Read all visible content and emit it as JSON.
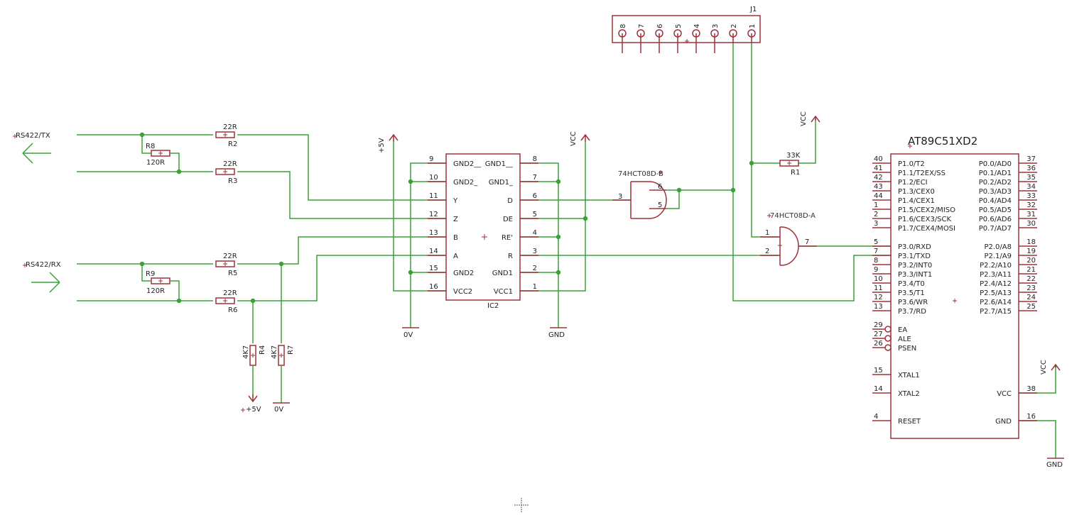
{
  "colors": {
    "wire": "#3aa136",
    "part": "#a0303a",
    "text": "#222222"
  },
  "connector": {
    "name": "J1",
    "pins": [
      "8",
      "7",
      "6",
      "5",
      "4",
      "3",
      "2",
      "1"
    ]
  },
  "ports": {
    "tx": "RS422/TX",
    "rx": "RS422/RX"
  },
  "resistors": {
    "r2": {
      "name": "R2",
      "value": "22R"
    },
    "r3": {
      "name": "R3",
      "value": "22R"
    },
    "r5": {
      "name": "R5",
      "value": "22R"
    },
    "r6": {
      "name": "R6",
      "value": "22R"
    },
    "r8": {
      "name": "R8",
      "value": "120R"
    },
    "r9": {
      "name": "R9",
      "value": "120R"
    },
    "r4": {
      "name": "R4",
      "value": "4K7"
    },
    "r7": {
      "name": "R7",
      "value": "4K7"
    },
    "r1": {
      "name": "R1",
      "value": "33K"
    }
  },
  "ic2": {
    "name": "IC2",
    "left_pins": [
      {
        "num": "9",
        "label": "GND2__"
      },
      {
        "num": "10",
        "label": "GND2_"
      },
      {
        "num": "11",
        "label": "Y"
      },
      {
        "num": "12",
        "label": "Z"
      },
      {
        "num": "13",
        "label": "B"
      },
      {
        "num": "14",
        "label": "A"
      },
      {
        "num": "15",
        "label": "GND2"
      },
      {
        "num": "16",
        "label": "VCC2"
      }
    ],
    "right_pins": [
      {
        "num": "8",
        "label": "GND1__"
      },
      {
        "num": "7",
        "label": "GND1_"
      },
      {
        "num": "6",
        "label": "D"
      },
      {
        "num": "5",
        "label": "DE"
      },
      {
        "num": "4",
        "label": "RE'"
      },
      {
        "num": "3",
        "label": "R"
      },
      {
        "num": "2",
        "label": "GND1"
      },
      {
        "num": "1",
        "label": "VCC1"
      }
    ]
  },
  "gate_b": {
    "name": "74HCT08D-B",
    "pins": [
      "3",
      "6",
      "5"
    ]
  },
  "gate_a": {
    "name": "74HCT08D-A",
    "pins": [
      "1",
      "2",
      "7"
    ]
  },
  "power": {
    "p5v_top": "+5V",
    "vcc_ic2": "VCC",
    "vcc_r1": "VCC",
    "vcc_mcu": "VCC",
    "zero_v_ic2": "0V",
    "gnd_ic2": "GND",
    "p5v_bottom": "+5V",
    "zero_v_bottom": "0V",
    "gnd_mcu": "GND"
  },
  "mcu": {
    "name": "AT89C51XD2",
    "left_pins": [
      {
        "num": "40",
        "label": "P1.0/T2"
      },
      {
        "num": "41",
        "label": "P1.1/T2EX/SS"
      },
      {
        "num": "42",
        "label": "P1.2/ECI"
      },
      {
        "num": "43",
        "label": "P1.3/CEX0"
      },
      {
        "num": "44",
        "label": "P1.4/CEX1"
      },
      {
        "num": "1",
        "label": "P1.5/CEX2/MISO"
      },
      {
        "num": "2",
        "label": "P1.6/CEX3/SCK"
      },
      {
        "num": "3",
        "label": "P1.7/CEX4/MOSI"
      },
      {
        "num": "5",
        "label": "P3.0/RXD"
      },
      {
        "num": "7",
        "label": "P3.1/TXD"
      },
      {
        "num": "8",
        "label": "P3.2/INT0"
      },
      {
        "num": "9",
        "label": "P3.3/INT1"
      },
      {
        "num": "10",
        "label": "P3.4/T0"
      },
      {
        "num": "11",
        "label": "P3.5/T1"
      },
      {
        "num": "12",
        "label": "P3.6/WR"
      },
      {
        "num": "13",
        "label": "P3.7/RD"
      },
      {
        "num": "29",
        "label": "EA"
      },
      {
        "num": "27",
        "label": "ALE"
      },
      {
        "num": "26",
        "label": "PSEN"
      },
      {
        "num": "15",
        "label": "XTAL1"
      },
      {
        "num": "14",
        "label": "XTAL2"
      },
      {
        "num": "4",
        "label": "RESET"
      }
    ],
    "right_pins": [
      {
        "num": "37",
        "label": "P0.0/AD0"
      },
      {
        "num": "36",
        "label": "P0.1/AD1"
      },
      {
        "num": "35",
        "label": "P0.2/AD2"
      },
      {
        "num": "34",
        "label": "P0.3/AD3"
      },
      {
        "num": "33",
        "label": "P0.4/AD4"
      },
      {
        "num": "32",
        "label": "P0.5/AD5"
      },
      {
        "num": "31",
        "label": "P0.6/AD6"
      },
      {
        "num": "30",
        "label": "P0.7/AD7"
      },
      {
        "num": "18",
        "label": "P2.0/A8"
      },
      {
        "num": "19",
        "label": "P2.1/A9"
      },
      {
        "num": "20",
        "label": "P2.2/A10"
      },
      {
        "num": "21",
        "label": "P2.3/A11"
      },
      {
        "num": "22",
        "label": "P2.4/A12"
      },
      {
        "num": "23",
        "label": "P2.5/A13"
      },
      {
        "num": "24",
        "label": "P2.6/A14"
      },
      {
        "num": "25",
        "label": "P2.7/A15"
      },
      {
        "num": "38",
        "label": "VCC"
      },
      {
        "num": "16",
        "label": "GND"
      }
    ]
  }
}
